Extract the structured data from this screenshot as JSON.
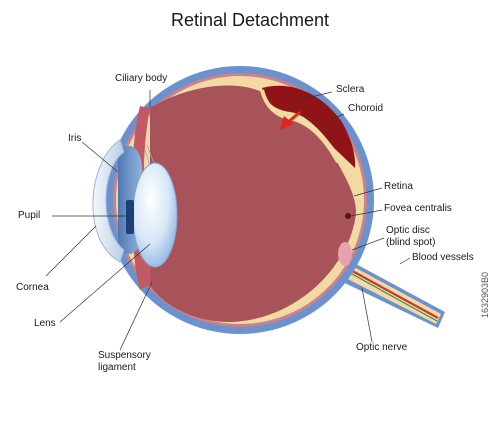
{
  "title": "Retinal Detachment",
  "labels": {
    "ciliary_body": "Ciliary body",
    "iris": "Iris",
    "pupil": "Pupil",
    "cornea": "Cornea",
    "lens": "Lens",
    "suspensory_ligament_1": "Suspensory",
    "suspensory_ligament_2": "ligament",
    "sclera": "Sclera",
    "choroid": "Choroid",
    "retina": "Retina",
    "fovea_centralis": "Fovea centralis",
    "optic_disc_1": "Optic disc",
    "optic_disc_2": "(blind spot)",
    "blood_vessels": "Blood vessels",
    "optic_nerve": "Optic nerve"
  },
  "stock_id": "1632903B0",
  "colors": {
    "sclera": "#6b92cf",
    "retina": "#f3d9a4",
    "vitreous": "#a8525a",
    "detached_choroid": "#8e1418",
    "lens": "#cfe1f4",
    "cornea": "#e8f0f8",
    "arrow": "#e0261d",
    "vessel_red": "#c8382d",
    "vessel_green": "#3a8a57"
  }
}
